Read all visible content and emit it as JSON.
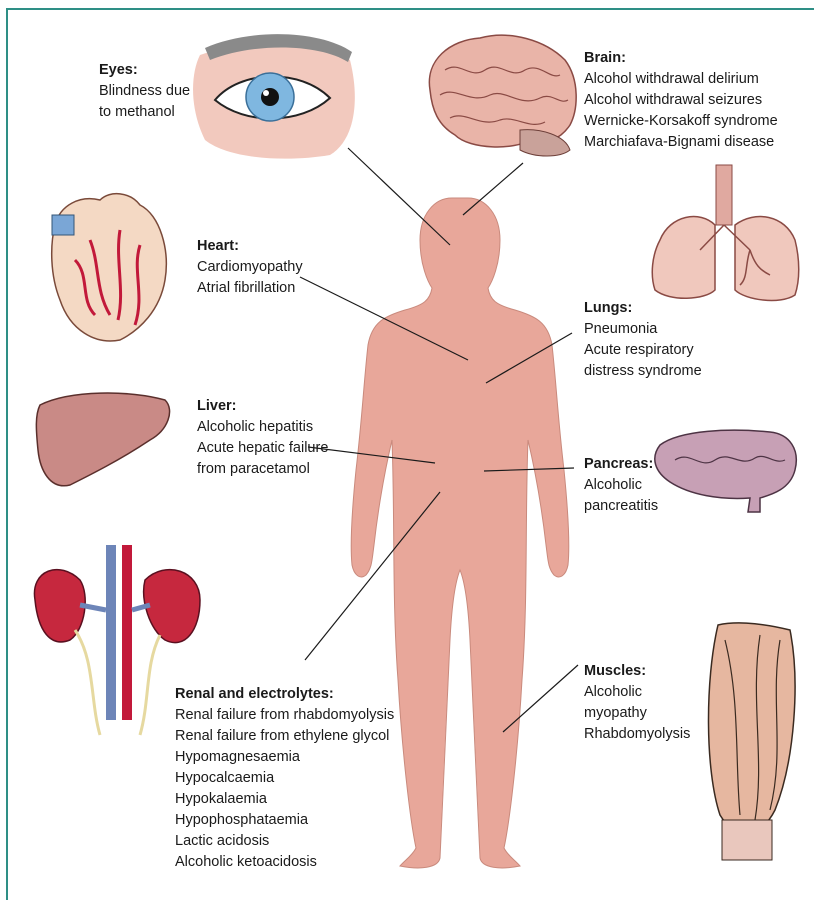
{
  "colors": {
    "frame": "#2e8f86",
    "body_fill": "#e8a79a",
    "connector": "#1a1a1a",
    "text": "#1a1a1a"
  },
  "icons": [
    "eye-icon",
    "brain-icon",
    "heart-icon",
    "lungs-icon",
    "liver-icon",
    "pancreas-icon",
    "kidneys-icon",
    "muscle-icon",
    "human-body-silhouette"
  ],
  "labels": {
    "eyes": {
      "title": "Eyes:",
      "items": [
        "Blindness due",
        "to methanol"
      ]
    },
    "brain": {
      "title": "Brain:",
      "items": [
        "Alcohol withdrawal delirium",
        "Alcohol withdrawal seizures",
        "Wernicke-Korsakoff syndrome",
        "Marchiafava-Bignami disease"
      ]
    },
    "heart": {
      "title": "Heart:",
      "items": [
        "Cardiomyopathy",
        "Atrial fibrillation"
      ]
    },
    "lungs": {
      "title": "Lungs:",
      "items": [
        "Pneumonia",
        "Acute respiratory",
        "distress syndrome"
      ]
    },
    "liver": {
      "title": "Liver:",
      "items": [
        "Alcoholic hepatitis",
        "Acute hepatic failure",
        "from paracetamol"
      ]
    },
    "pancreas": {
      "title": "Pancreas:",
      "items": [
        "Alcoholic",
        "pancreatitis"
      ]
    },
    "muscles": {
      "title": "Muscles:",
      "items": [
        "Alcoholic",
        "myopathy",
        "Rhabdomyolysis"
      ]
    },
    "renal": {
      "title": "Renal and electrolytes:",
      "items": [
        "Renal failure from rhabdomyolysis",
        "Renal failure from ethylene glycol",
        "Hypomagnesaemia",
        "Hypocalcaemia",
        "Hypokalaemia",
        "Hypophosphataemia",
        "Lactic acidosis",
        "Alcoholic ketoacidosis"
      ]
    }
  }
}
